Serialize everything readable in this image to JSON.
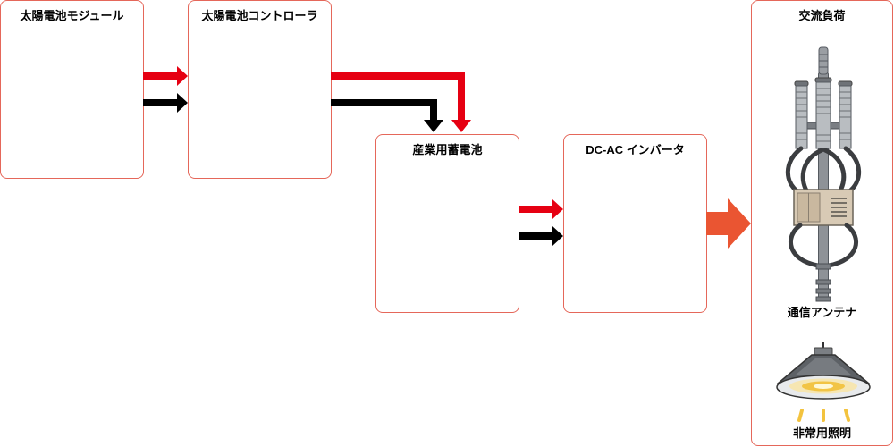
{
  "nodes": {
    "solar_module": {
      "label": "太陽電池モジュール"
    },
    "solar_controller": {
      "label": "太陽電池コントローラ"
    },
    "storage_battery": {
      "label": "産業用蓄電池"
    },
    "inverter": {
      "label": "DC-AC インバータ"
    },
    "ac_load": {
      "label": "交流負荷",
      "items": [
        {
          "label": "通信アンテナ",
          "icon": "communication-antenna-icon"
        },
        {
          "label": "非常用照明",
          "icon": "emergency-light-icon"
        }
      ]
    }
  },
  "colors": {
    "box_border": "#e5675a",
    "red_line": "#e60012",
    "black_line": "#000000",
    "output_arrow": "#ea5532",
    "label_text": "#000000"
  }
}
